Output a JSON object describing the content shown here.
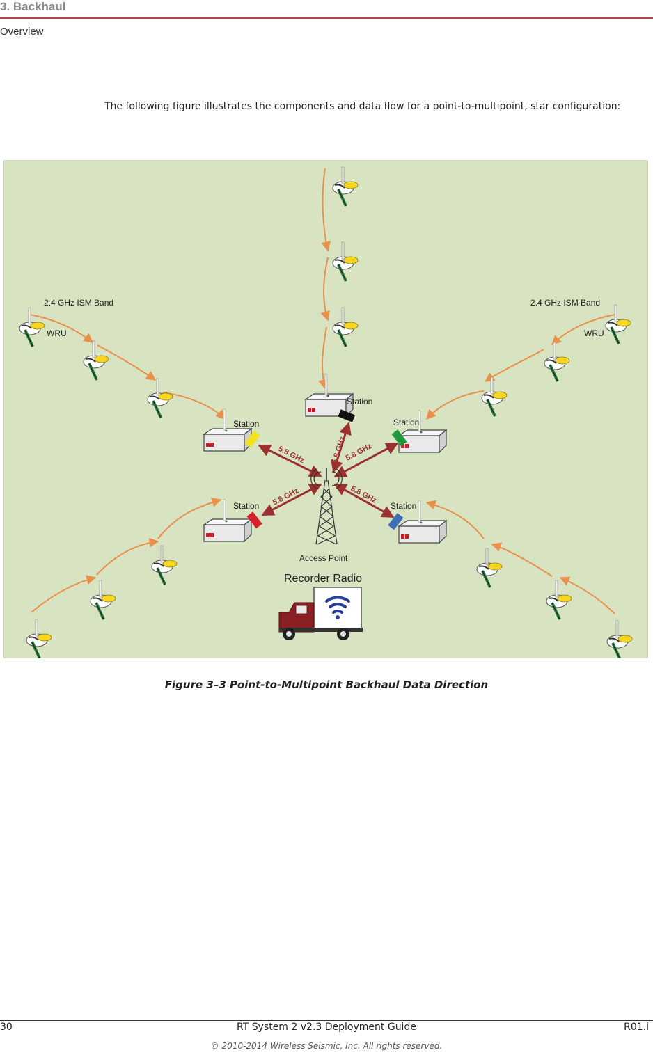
{
  "header": {
    "chapter_title": "3. Backhaul",
    "section_title": "Overview"
  },
  "body": {
    "intro_text": "The following figure illustrates the components and data flow for a point-to-multipoint, star configuration:"
  },
  "figure": {
    "labels": {
      "band_left": "2.4 GHz ISM Band",
      "band_right": "2.4 GHz ISM Band",
      "wru_left": "WRU",
      "wru_right": "WRU",
      "station": "Station",
      "frequency": "5.8 GHz",
      "access_point": "Access Point",
      "recorder_radio": "Recorder Radio"
    },
    "colors": {
      "background": "#d8e3c2",
      "wru_arrow": "#e8914a",
      "backhaul_arrow": "#9b3030",
      "station_top": "#111111",
      "station_upper_left": "#f2e21a",
      "station_upper_right": "#1f9a3a",
      "station_lower_left": "#d8202a",
      "station_lower_right": "#3d6fb8",
      "truck_cab": "#8a1f24"
    },
    "caption": "Figure 3–3  Point-to-Multipoint Backhaul Data Direction"
  },
  "footer": {
    "page_number": "30",
    "document_title": "RT System 2 v2.3 Deployment Guide",
    "revision": "R01.i",
    "copyright": "© 2010-2014 Wireless Seismic, Inc. All rights reserved."
  }
}
